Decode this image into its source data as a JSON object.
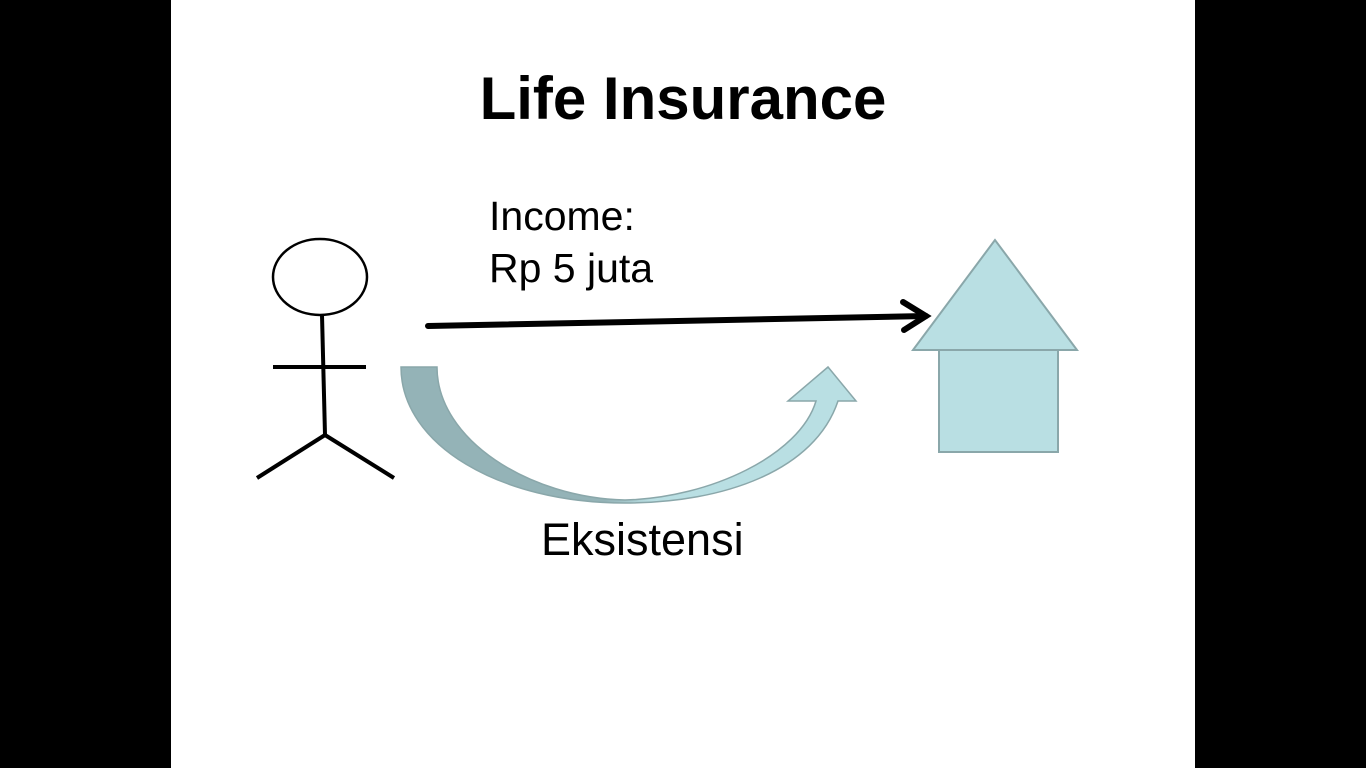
{
  "slide": {
    "title": "Life Insurance",
    "income_label": "Income:",
    "income_value": "Rp 5 juta",
    "curve_label": "Eksistensi"
  },
  "colors": {
    "shape_fill": "#b9dfe3",
    "shape_stroke": "#8aa7aa",
    "curve_dark": "#94b3b7"
  }
}
